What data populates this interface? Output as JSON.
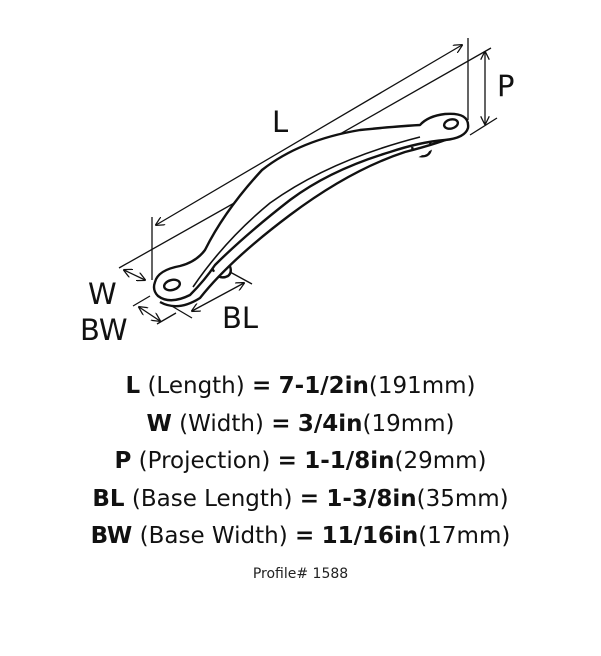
{
  "diagram": {
    "labels": {
      "L": "L",
      "W": "W",
      "P": "P",
      "BL": "BL",
      "BW": "BW"
    }
  },
  "specs": [
    {
      "code": "L",
      "name": "(Length)",
      "eq": "=",
      "imperial": "7-1/2in",
      "metric": "(191mm)"
    },
    {
      "code": "W",
      "name": "(Width)",
      "eq": "=",
      "imperial": "3/4in",
      "metric": "(19mm)"
    },
    {
      "code": "P",
      "name": "(Projection)",
      "eq": "=",
      "imperial": "1-1/8in",
      "metric": "(29mm)"
    },
    {
      "code": "BL",
      "name": "(Base Length)",
      "eq": "=",
      "imperial": "1-3/8in",
      "metric": "(35mm)"
    },
    {
      "code": "BW",
      "name": "(Base Width)",
      "eq": "=",
      "imperial": "11/16in",
      "metric": "(17mm)"
    }
  ],
  "profile": "Profile# 1588"
}
